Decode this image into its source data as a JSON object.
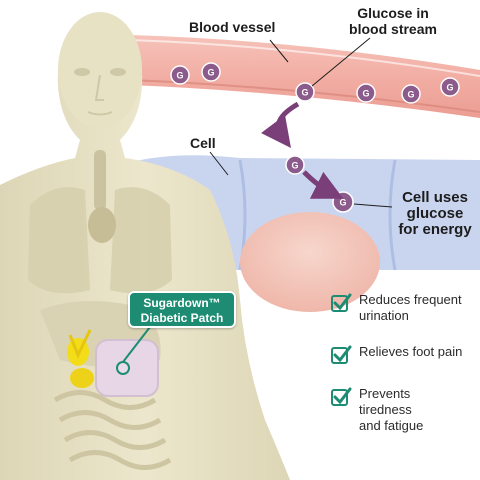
{
  "labels": {
    "blood_vessel": "Blood vessel",
    "glucose_line1": "Glucose in",
    "glucose_line2": "blood stream",
    "cell": "Cell",
    "energy_line1": "Cell uses",
    "energy_line2": "glucose",
    "energy_line3": "for energy"
  },
  "glucose_symbol": "G",
  "patch": {
    "line1": "Sugardown™",
    "line2": "Diabetic Patch"
  },
  "benefits": [
    {
      "line1": "Reduces frequent",
      "line2": "urination"
    },
    {
      "line1": "Relieves foot pain"
    },
    {
      "line1": "Prevents",
      "line2": "tiredness",
      "line3": "and fatigue"
    }
  ],
  "colors": {
    "vessel": "#f2aea4",
    "cell": "#c7d3ee",
    "nucleus": "#f3c9bf",
    "glucose": "#8b5b8b",
    "arrow": "#7a3e78",
    "patch_label": "#1e8c73",
    "check": "#1e8c73",
    "skin": "#e9e3c7"
  }
}
